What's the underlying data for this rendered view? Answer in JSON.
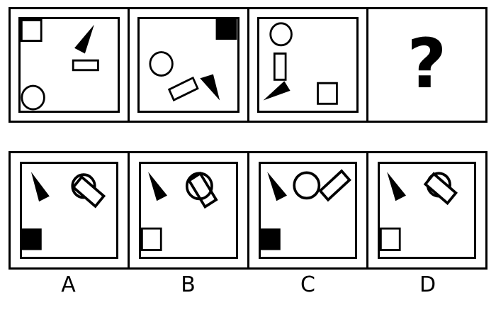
{
  "puzzle": {
    "type": "visual-analogy-matrix",
    "stroke_color": "#000000",
    "fill_color": "#000000",
    "background_color": "#ffffff",
    "question_mark": "?",
    "matrix": {
      "cells": [
        {
          "index": 1,
          "name": "matrix-cell-1",
          "shapes": [
            {
              "kind": "square-outline",
              "position": "top-left",
              "filled": false
            },
            {
              "kind": "triangle",
              "position": "top-right",
              "filled": true,
              "direction": "up-right"
            },
            {
              "kind": "rectangle-outline",
              "position": "center-right",
              "filled": false,
              "orientation": "horizontal"
            },
            {
              "kind": "circle-outline",
              "position": "bottom-left",
              "filled": false
            }
          ]
        },
        {
          "index": 2,
          "name": "matrix-cell-2",
          "shapes": [
            {
              "kind": "square-filled",
              "position": "top-right",
              "filled": true
            },
            {
              "kind": "circle-outline",
              "position": "mid-left",
              "filled": false
            },
            {
              "kind": "rectangle-outline",
              "position": "bottom-center",
              "filled": false,
              "orientation": "rotated"
            },
            {
              "kind": "triangle",
              "position": "bottom-right",
              "filled": true,
              "direction": "down-right"
            }
          ]
        },
        {
          "index": 3,
          "name": "matrix-cell-3",
          "shapes": [
            {
              "kind": "circle-outline",
              "position": "top-left",
              "filled": false
            },
            {
              "kind": "rectangle-outline",
              "position": "mid-left",
              "filled": false,
              "orientation": "vertical"
            },
            {
              "kind": "triangle",
              "position": "bottom-left",
              "filled": true,
              "direction": "down-left"
            },
            {
              "kind": "square-outline",
              "position": "bottom-right",
              "filled": false
            }
          ]
        },
        {
          "index": 4,
          "name": "matrix-cell-question",
          "shapes": []
        }
      ]
    },
    "options": [
      {
        "letter": "A",
        "name": "option-a",
        "shapes": [
          {
            "kind": "triangle",
            "position": "top-left",
            "filled": true,
            "direction": "down-right"
          },
          {
            "kind": "circle-outline",
            "position": "top-right",
            "filled": false
          },
          {
            "kind": "rectangle-outline",
            "position": "top-right",
            "filled": false,
            "orientation": "rotated-overlap"
          },
          {
            "kind": "square-filled",
            "position": "bottom-left",
            "filled": true
          }
        ]
      },
      {
        "letter": "B",
        "name": "option-b",
        "shapes": [
          {
            "kind": "triangle",
            "position": "top-left",
            "filled": true,
            "direction": "down-right"
          },
          {
            "kind": "circle-outline",
            "position": "top-right",
            "filled": false
          },
          {
            "kind": "rectangle-outline",
            "position": "top-right",
            "filled": false,
            "orientation": "rotated-diagonal"
          },
          {
            "kind": "square-outline",
            "position": "bottom-left",
            "filled": false
          }
        ]
      },
      {
        "letter": "C",
        "name": "option-c",
        "shapes": [
          {
            "kind": "triangle",
            "position": "top-left",
            "filled": true,
            "direction": "down-right"
          },
          {
            "kind": "circle-outline",
            "position": "top-center",
            "filled": false
          },
          {
            "kind": "rectangle-outline",
            "position": "top-right",
            "filled": false,
            "orientation": "rotated-separate"
          },
          {
            "kind": "square-filled",
            "position": "bottom-left",
            "filled": true
          }
        ]
      },
      {
        "letter": "D",
        "name": "option-d",
        "shapes": [
          {
            "kind": "triangle",
            "position": "top-left",
            "filled": true,
            "direction": "down-right"
          },
          {
            "kind": "circle-outline",
            "position": "top-right",
            "filled": false
          },
          {
            "kind": "rectangle-outline",
            "position": "top-right",
            "filled": false,
            "orientation": "rotated-overlap-mirrored"
          },
          {
            "kind": "square-outline",
            "position": "bottom-left",
            "filled": false
          }
        ]
      }
    ]
  }
}
